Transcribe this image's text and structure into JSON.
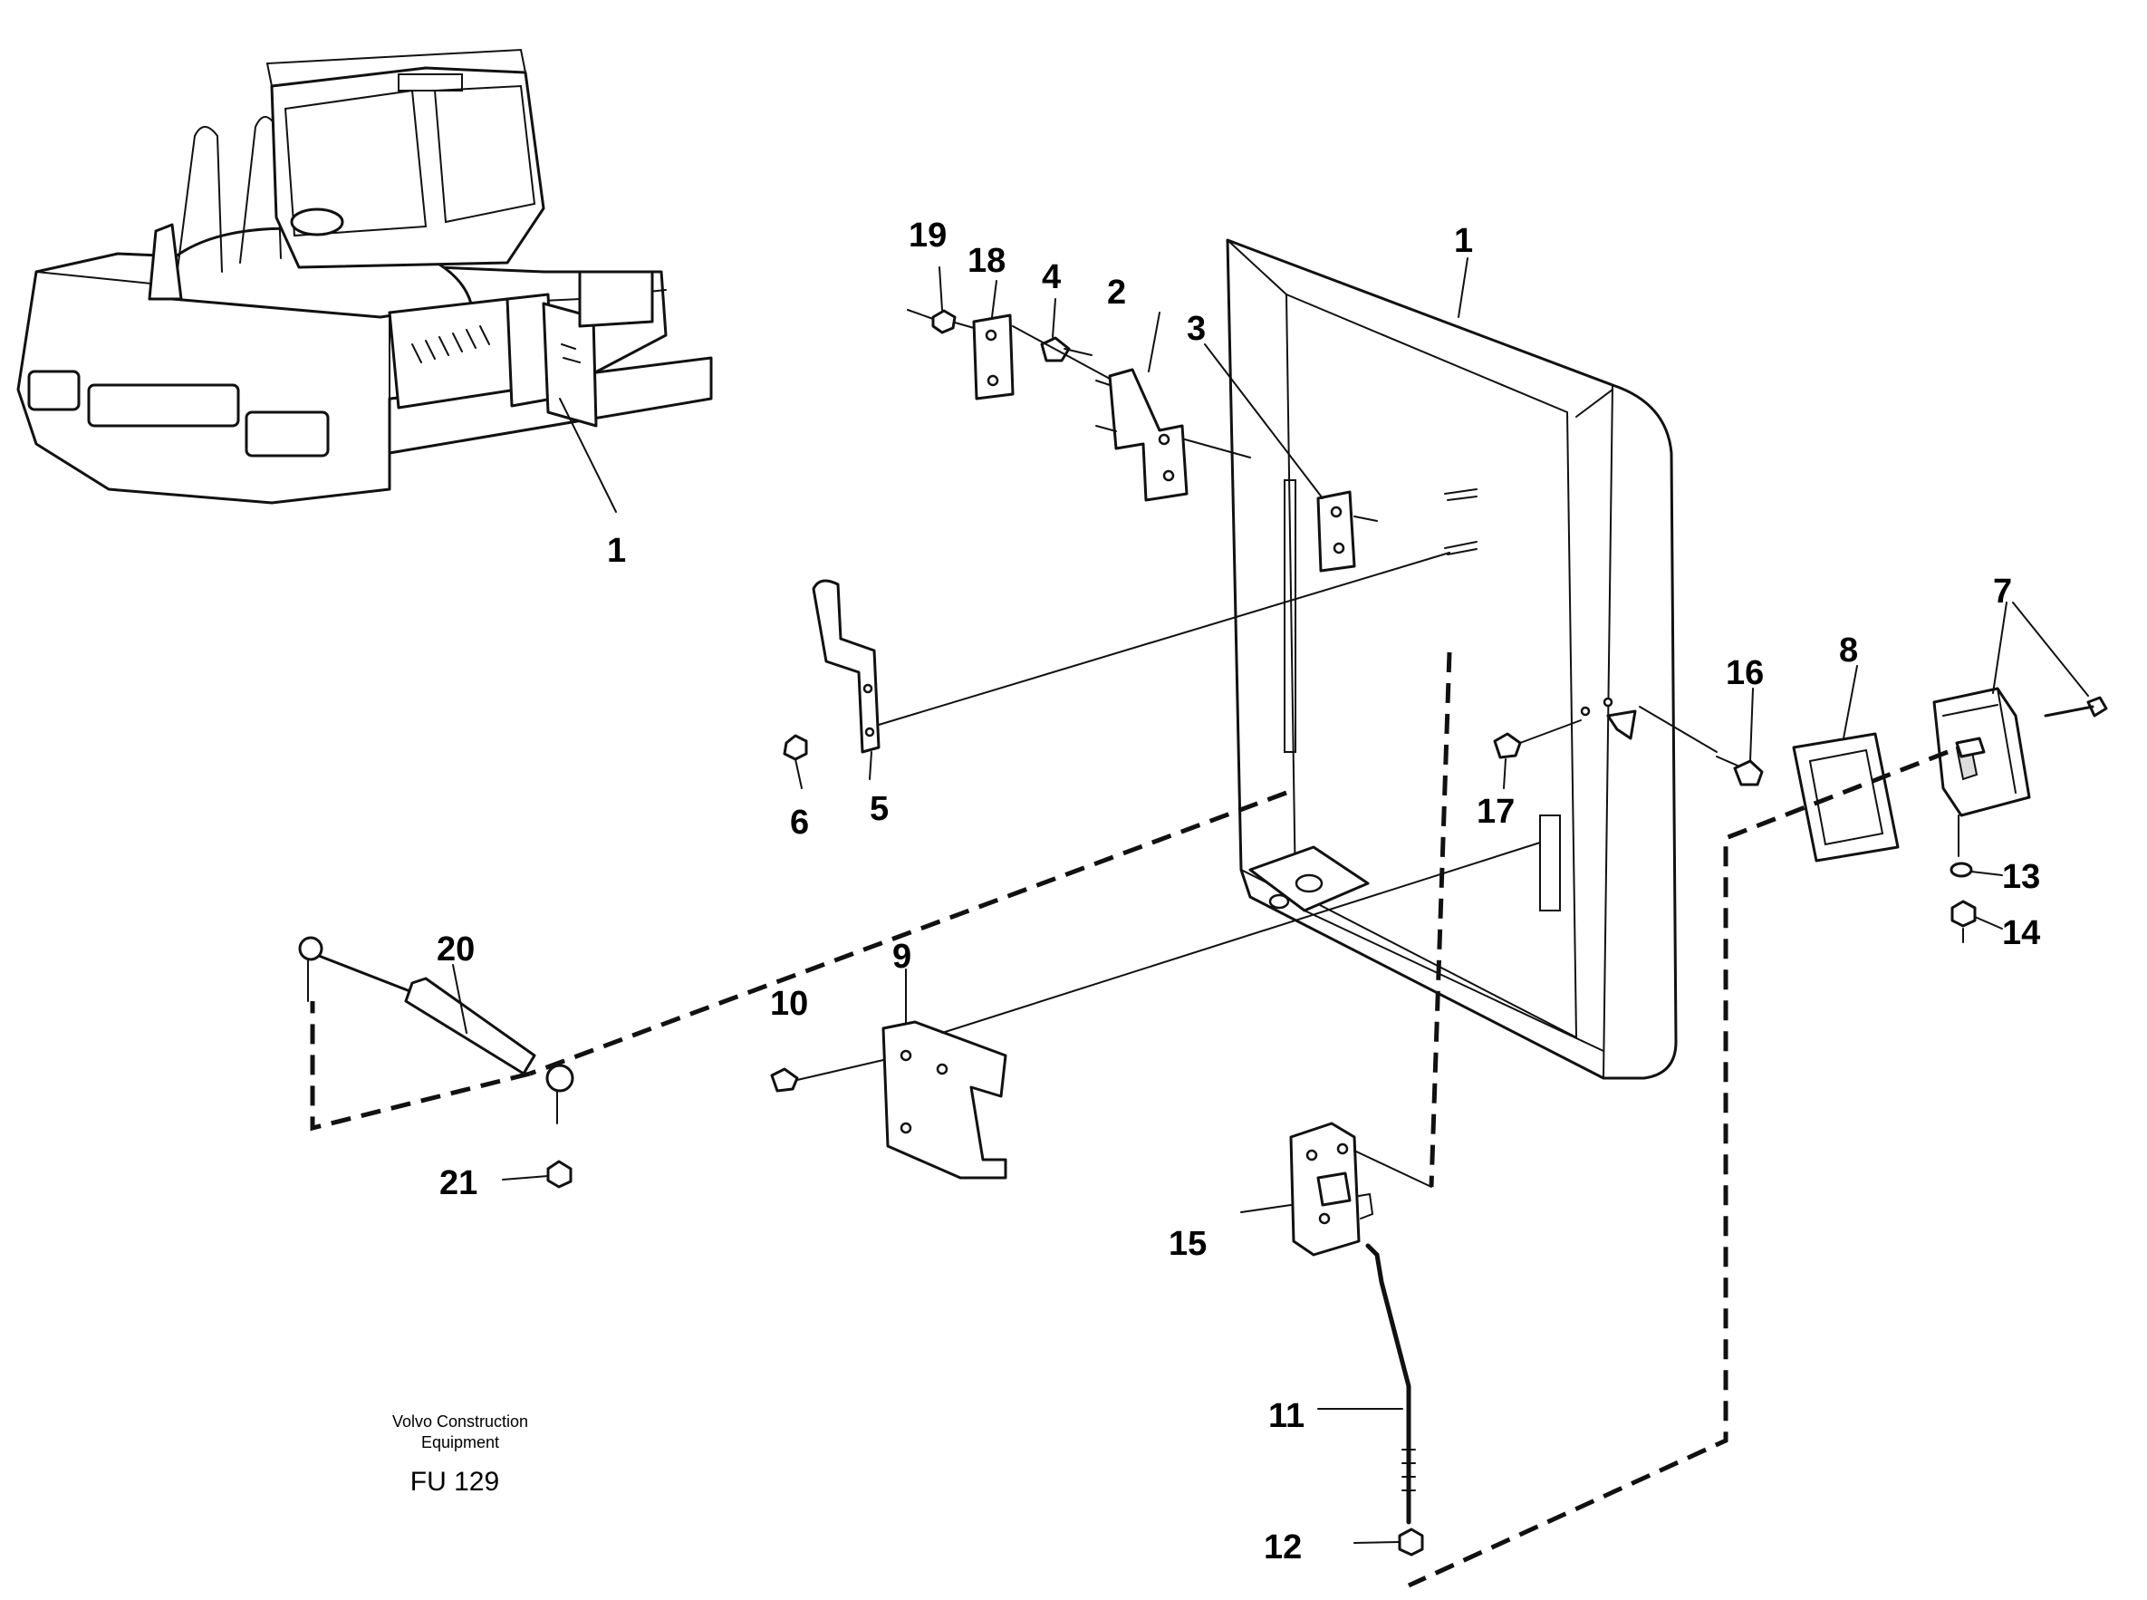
{
  "callouts": {
    "c1a": "1",
    "c1b": "1",
    "c2": "2",
    "c3": "3",
    "c4": "4",
    "c5": "5",
    "c6": "6",
    "c7": "7",
    "c8": "8",
    "c9": "9",
    "c10": "10",
    "c11": "11",
    "c12": "12",
    "c13": "13",
    "c14": "14",
    "c15": "15",
    "c16": "16",
    "c17": "17",
    "c18": "18",
    "c19": "19",
    "c20": "20",
    "c21": "21"
  },
  "caption": {
    "line1": "Volvo Construction",
    "line2": "Equipment",
    "code": "FU 129"
  }
}
